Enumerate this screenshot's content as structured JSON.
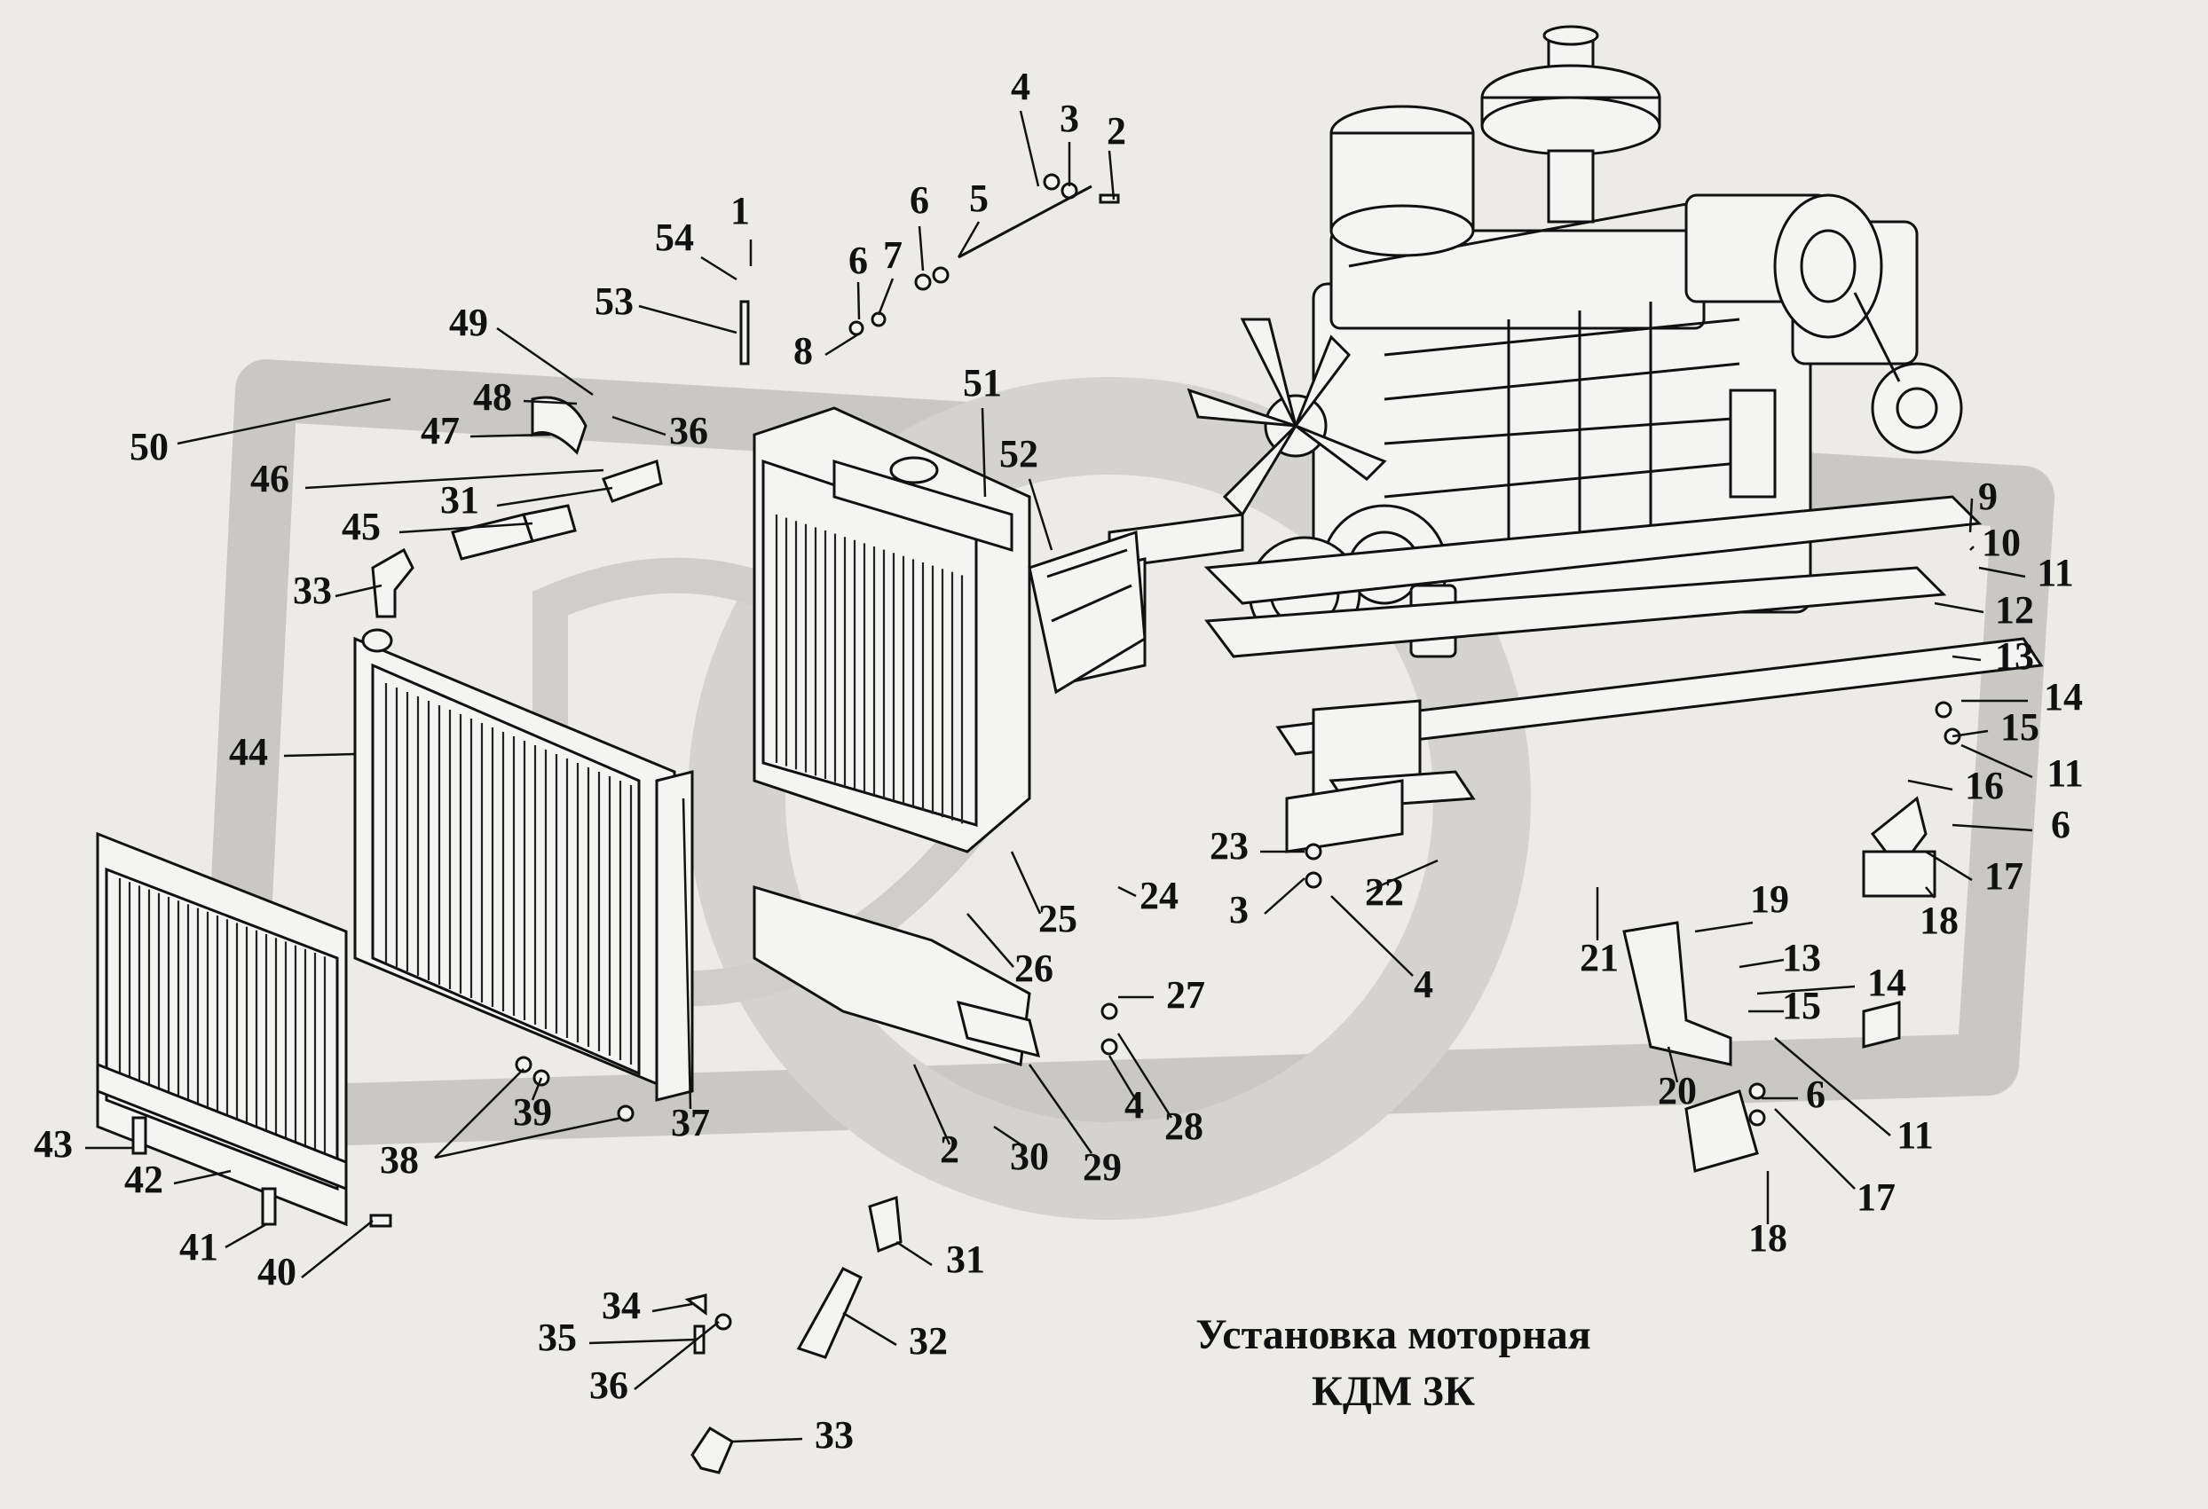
{
  "title": {
    "line1": "Установка моторная",
    "line2": "КДМ 3К"
  },
  "callouts": [
    "1",
    "2",
    "3",
    "4",
    "5",
    "6",
    "7",
    "8",
    "9",
    "10",
    "11",
    "12",
    "13",
    "14",
    "15",
    "16",
    "17",
    "18",
    "19",
    "20",
    "21",
    "22",
    "23",
    "24",
    "25",
    "26",
    "27",
    "28",
    "29",
    "30",
    "31",
    "32",
    "33",
    "34",
    "35",
    "36",
    "37",
    "38",
    "39",
    "40",
    "41",
    "42",
    "43",
    "44",
    "45",
    "46",
    "47",
    "48",
    "49",
    "50",
    "51",
    "52",
    "53",
    "54"
  ],
  "labels": [
    {
      "text": "1"
    },
    {
      "text": "2"
    },
    {
      "text": "3"
    },
    {
      "text": "4"
    },
    {
      "text": "5"
    },
    {
      "text": "6"
    },
    {
      "text": "6"
    },
    {
      "text": "7"
    },
    {
      "text": "8"
    },
    {
      "text": "54"
    },
    {
      "text": "53"
    },
    {
      "text": "49"
    },
    {
      "text": "48"
    },
    {
      "text": "36"
    },
    {
      "text": "47"
    },
    {
      "text": "50"
    },
    {
      "text": "46"
    },
    {
      "text": "31"
    },
    {
      "text": "45"
    },
    {
      "text": "33"
    },
    {
      "text": "51"
    },
    {
      "text": "52"
    },
    {
      "text": "44"
    },
    {
      "text": "9"
    },
    {
      "text": "10"
    },
    {
      "text": "11"
    },
    {
      "text": "12"
    },
    {
      "text": "13"
    },
    {
      "text": "14"
    },
    {
      "text": "15"
    },
    {
      "text": "11"
    },
    {
      "text": "16"
    },
    {
      "text": "6"
    },
    {
      "text": "17"
    },
    {
      "text": "18"
    },
    {
      "text": "23"
    },
    {
      "text": "3"
    },
    {
      "text": "22"
    },
    {
      "text": "24"
    },
    {
      "text": "25"
    },
    {
      "text": "26"
    },
    {
      "text": "4"
    },
    {
      "text": "21"
    },
    {
      "text": "19"
    },
    {
      "text": "13"
    },
    {
      "text": "14"
    },
    {
      "text": "15"
    },
    {
      "text": "20"
    },
    {
      "text": "11"
    },
    {
      "text": "6"
    },
    {
      "text": "17"
    },
    {
      "text": "18"
    },
    {
      "text": "27"
    },
    {
      "text": "4"
    },
    {
      "text": "28"
    },
    {
      "text": "29"
    },
    {
      "text": "30"
    },
    {
      "text": "2"
    },
    {
      "text": "37"
    },
    {
      "text": "38"
    },
    {
      "text": "39"
    },
    {
      "text": "43"
    },
    {
      "text": "42"
    },
    {
      "text": "41"
    },
    {
      "text": "40"
    },
    {
      "text": "31"
    },
    {
      "text": "32"
    },
    {
      "text": "33"
    },
    {
      "text": "34"
    },
    {
      "text": "35"
    },
    {
      "text": "36"
    }
  ]
}
